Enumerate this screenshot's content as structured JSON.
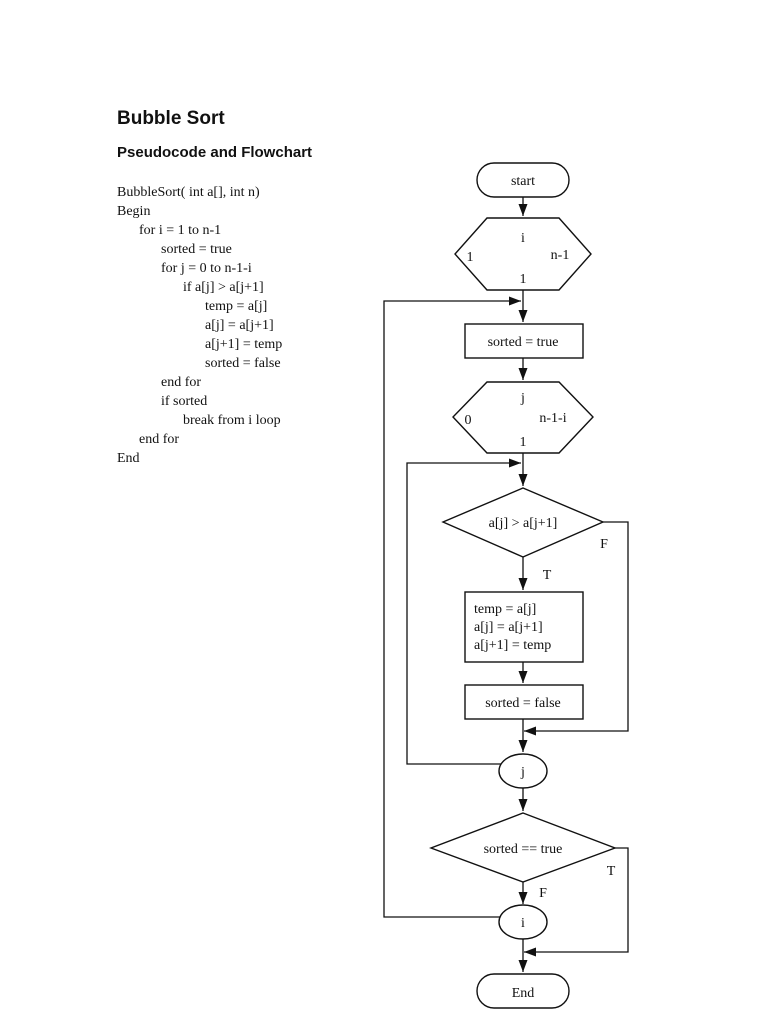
{
  "document": {
    "title": "Bubble Sort",
    "subtitle": "Pseudocode and Flowchart",
    "pseudocode": [
      {
        "indent": 0,
        "text": "BubbleSort( int a[], int n)"
      },
      {
        "indent": 0,
        "text": "Begin"
      },
      {
        "indent": 1,
        "text": "for i = 1 to n-1"
      },
      {
        "indent": 2,
        "text": "sorted = true"
      },
      {
        "indent": 2,
        "text": "for j = 0 to n-1-i"
      },
      {
        "indent": 3,
        "text": "if a[j] > a[j+1]"
      },
      {
        "indent": 4,
        "text": "temp = a[j]"
      },
      {
        "indent": 4,
        "text": "a[j] = a[j+1]"
      },
      {
        "indent": 4,
        "text": "a[j+1] = temp"
      },
      {
        "indent": 4,
        "text": "sorted = false"
      },
      {
        "indent": 2,
        "text": "end for"
      },
      {
        "indent": 2,
        "text": "if sorted"
      },
      {
        "indent": 3,
        "text": "break from i loop"
      },
      {
        "indent": 1,
        "text": "end for"
      },
      {
        "indent": 0,
        "text": "End"
      }
    ]
  },
  "flowchart": {
    "start": "start",
    "end": "End",
    "loop_i": {
      "var": "i",
      "init": "1",
      "limit": "n-1",
      "step": "1"
    },
    "process_sorted_true": "sorted = true",
    "loop_j": {
      "var": "j",
      "init": "0",
      "limit": "n-1-i",
      "step": "1"
    },
    "decision_compare": "a[j] > a[j+1]",
    "swap_lines": [
      "temp = a[j]",
      "a[j] = a[j+1]",
      "a[j+1] = temp"
    ],
    "process_sorted_false": "sorted = false",
    "connector_j": "j",
    "decision_sorted": "sorted == true",
    "connector_i": "i",
    "branch_true": "T",
    "branch_false": "F"
  },
  "colors": {
    "ink": "#111111",
    "background": "#ffffff"
  }
}
